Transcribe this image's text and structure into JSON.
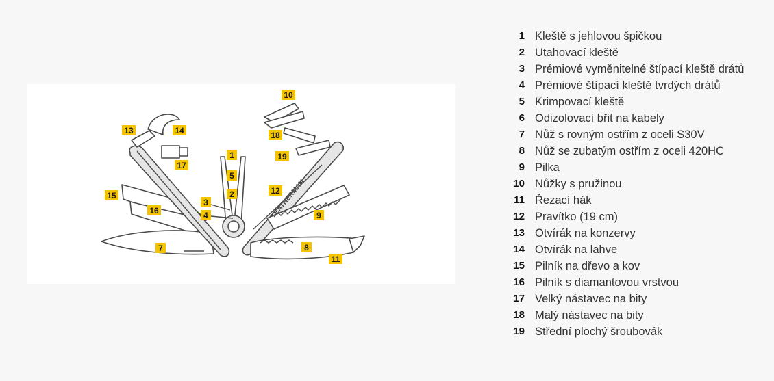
{
  "colors": {
    "background": "#f7f7f7",
    "panel": "#ffffff",
    "callout_fill": "#f5c400",
    "outline": "#4a4a4a",
    "legend_text": "#333333"
  },
  "legend": [
    {
      "num": "1",
      "label": "Kleště s jehlovou špičkou"
    },
    {
      "num": "2",
      "label": "Utahovací kleště"
    },
    {
      "num": "3",
      "label": "Prémiové vyměnitelné štípací kleště drátů"
    },
    {
      "num": "4",
      "label": "Prémiové štípací kleště tvrdých drátů"
    },
    {
      "num": "5",
      "label": "Krimpovací kleště"
    },
    {
      "num": "6",
      "label": "Odizolovací břit na kabely"
    },
    {
      "num": "7",
      "label": "Nůž s rovným ostřím z oceli S30V"
    },
    {
      "num": "8",
      "label": "Nůž se zubatým ostřím z oceli 420HC"
    },
    {
      "num": "9",
      "label": "Pilka"
    },
    {
      "num": "10",
      "label": "Nůžky s pružinou"
    },
    {
      "num": "11",
      "label": "Řezací hák"
    },
    {
      "num": "12",
      "label": "Pravítko (19 cm)"
    },
    {
      "num": "13",
      "label": "Otvírák na konzervy"
    },
    {
      "num": "14",
      "label": "Otvírák na lahve"
    },
    {
      "num": "15",
      "label": "Pilník na dřevo a kov"
    },
    {
      "num": "16",
      "label": "Pilník s diamantovou vrstvou"
    },
    {
      "num": "17",
      "label": "Velký nástavec na bity"
    },
    {
      "num": "18",
      "label": "Malý nástavec na bity"
    },
    {
      "num": "19",
      "label": "Střední plochý šroubovák"
    }
  ],
  "callouts": [
    "1",
    "2",
    "3",
    "4",
    "5",
    "7",
    "8",
    "9",
    "10",
    "11",
    "12",
    "13",
    "14",
    "15",
    "16",
    "17",
    "18",
    "19"
  ],
  "handle_engraving": "LEATHERMAN"
}
